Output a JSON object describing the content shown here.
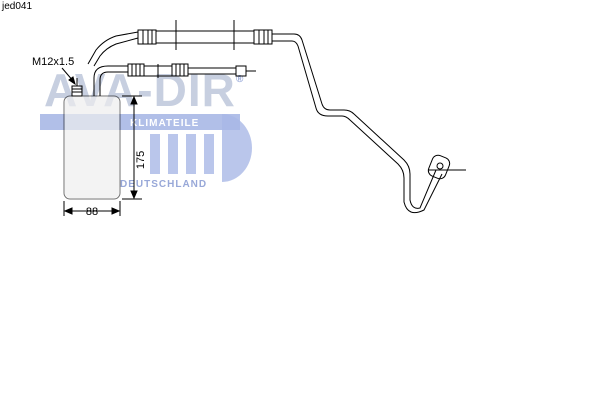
{
  "diagram": {
    "part_code": "jed041",
    "thread_label": "M12x1.5",
    "height_label": "175",
    "width_label": "88"
  },
  "watermark": {
    "brand": "AVA-DIR",
    "line_top": "KLIMATEILE",
    "line_bottom": "DEUTSCHLAND",
    "registered": "®"
  },
  "colors": {
    "line": "#000000",
    "watermark_text": "#c7cfe0",
    "watermark_band": "#a9b8e6",
    "watermark_accent": "#98a8d8"
  }
}
